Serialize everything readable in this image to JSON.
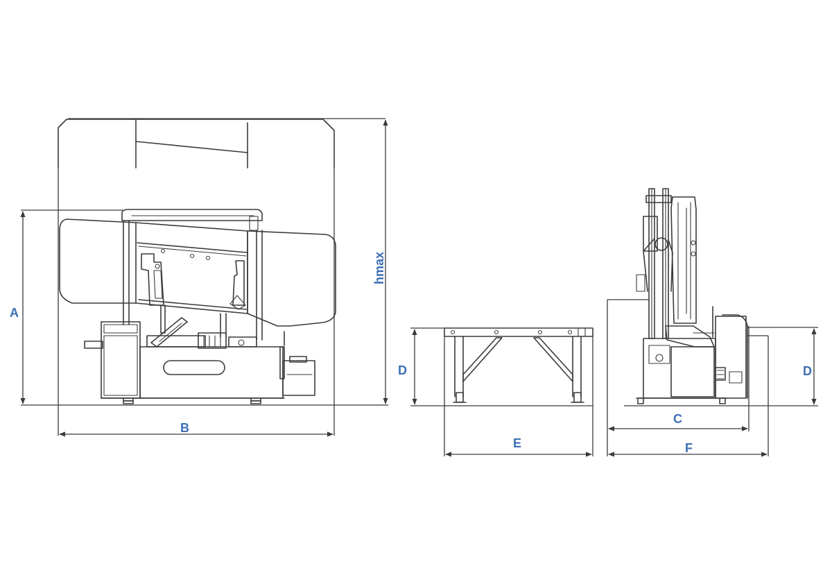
{
  "colors": {
    "line": "#3a3a3a",
    "label": "#3d6fb5",
    "background": "#ffffff"
  },
  "dimensions": {
    "A": "A",
    "B": "B",
    "hmax": "hmax",
    "D_table": "D",
    "E": "E",
    "D_side": "D",
    "C": "C",
    "F": "F"
  }
}
